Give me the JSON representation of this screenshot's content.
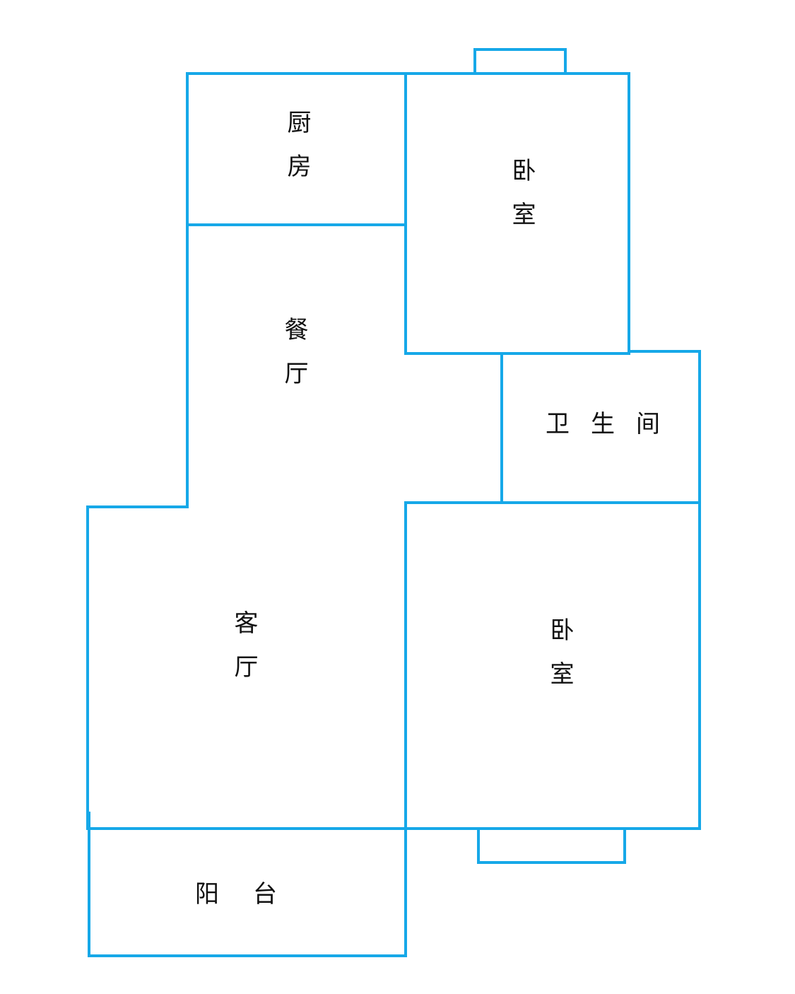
{
  "wall_color": "#16a8e8",
  "rooms": {
    "kitchen": "厨房",
    "bedroom_north": "卧室",
    "dining": "餐厅",
    "bathroom": "卫生间",
    "living": "客厅",
    "bedroom_south": "卧室",
    "balcony": "阳台"
  }
}
